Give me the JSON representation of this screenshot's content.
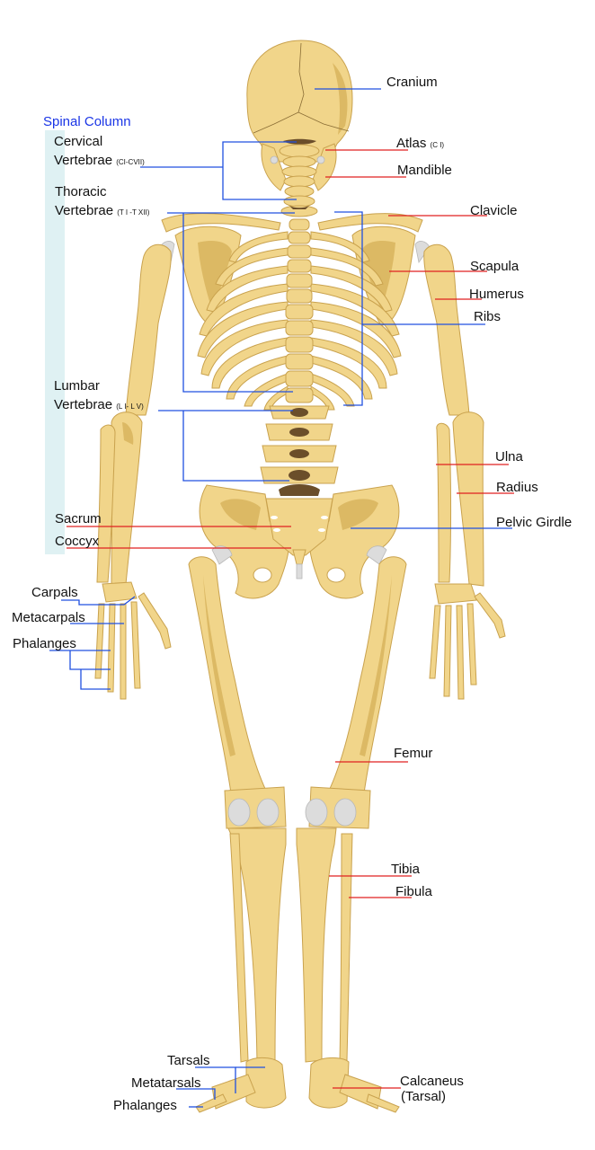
{
  "diagram": {
    "view": "Human skeleton, posterior view",
    "colors": {
      "bone": "#f1d58a",
      "bone_shade": "#dcb964",
      "bone_outline": "#c9a24e",
      "cartilage": "#dcdcdc",
      "disc_dark": "#6b4e2a",
      "line_blue": "#2050e0",
      "line_red": "#e02020",
      "spine_band": "#dff1f3",
      "title_blue": "#1a35e6"
    },
    "spinal_column": {
      "title": "Spinal Column",
      "cervical": {
        "name": "Cervical",
        "name2": "Vertebrae",
        "range": "(CI-CVII)"
      },
      "thoracic": {
        "name": "Thoracic",
        "name2": "Vertebrae",
        "range": "(T I -T XII)"
      },
      "lumbar": {
        "name": "Lumbar",
        "name2": "Vertebrae",
        "range": "(L I- L V)"
      },
      "sacrum": "Sacrum",
      "coccyx": "Coccyx"
    },
    "left_labels": {
      "carpals": "Carpals",
      "metacarpals": "Metacarpals",
      "phalanges_hand": "Phalanges",
      "tarsals": "Tarsals",
      "metatarsals": "Metatarsals",
      "phalanges_foot": "Phalanges"
    },
    "right_labels": {
      "cranium": "Cranium",
      "atlas": "Atlas",
      "atlas_sub": "(C I)",
      "mandible": "Mandible",
      "clavicle": "Clavicle",
      "scapula": "Scapula",
      "humerus": "Humerus",
      "ribs": "Ribs",
      "ulna": "Ulna",
      "radius": "Radius",
      "pelvic_girdle": "Pelvic Girdle",
      "femur": "Femur",
      "tibia": "Tibia",
      "fibula": "Fibula",
      "calcaneus": "Calcaneus",
      "calcaneus_sub": "(Tarsal)"
    }
  }
}
